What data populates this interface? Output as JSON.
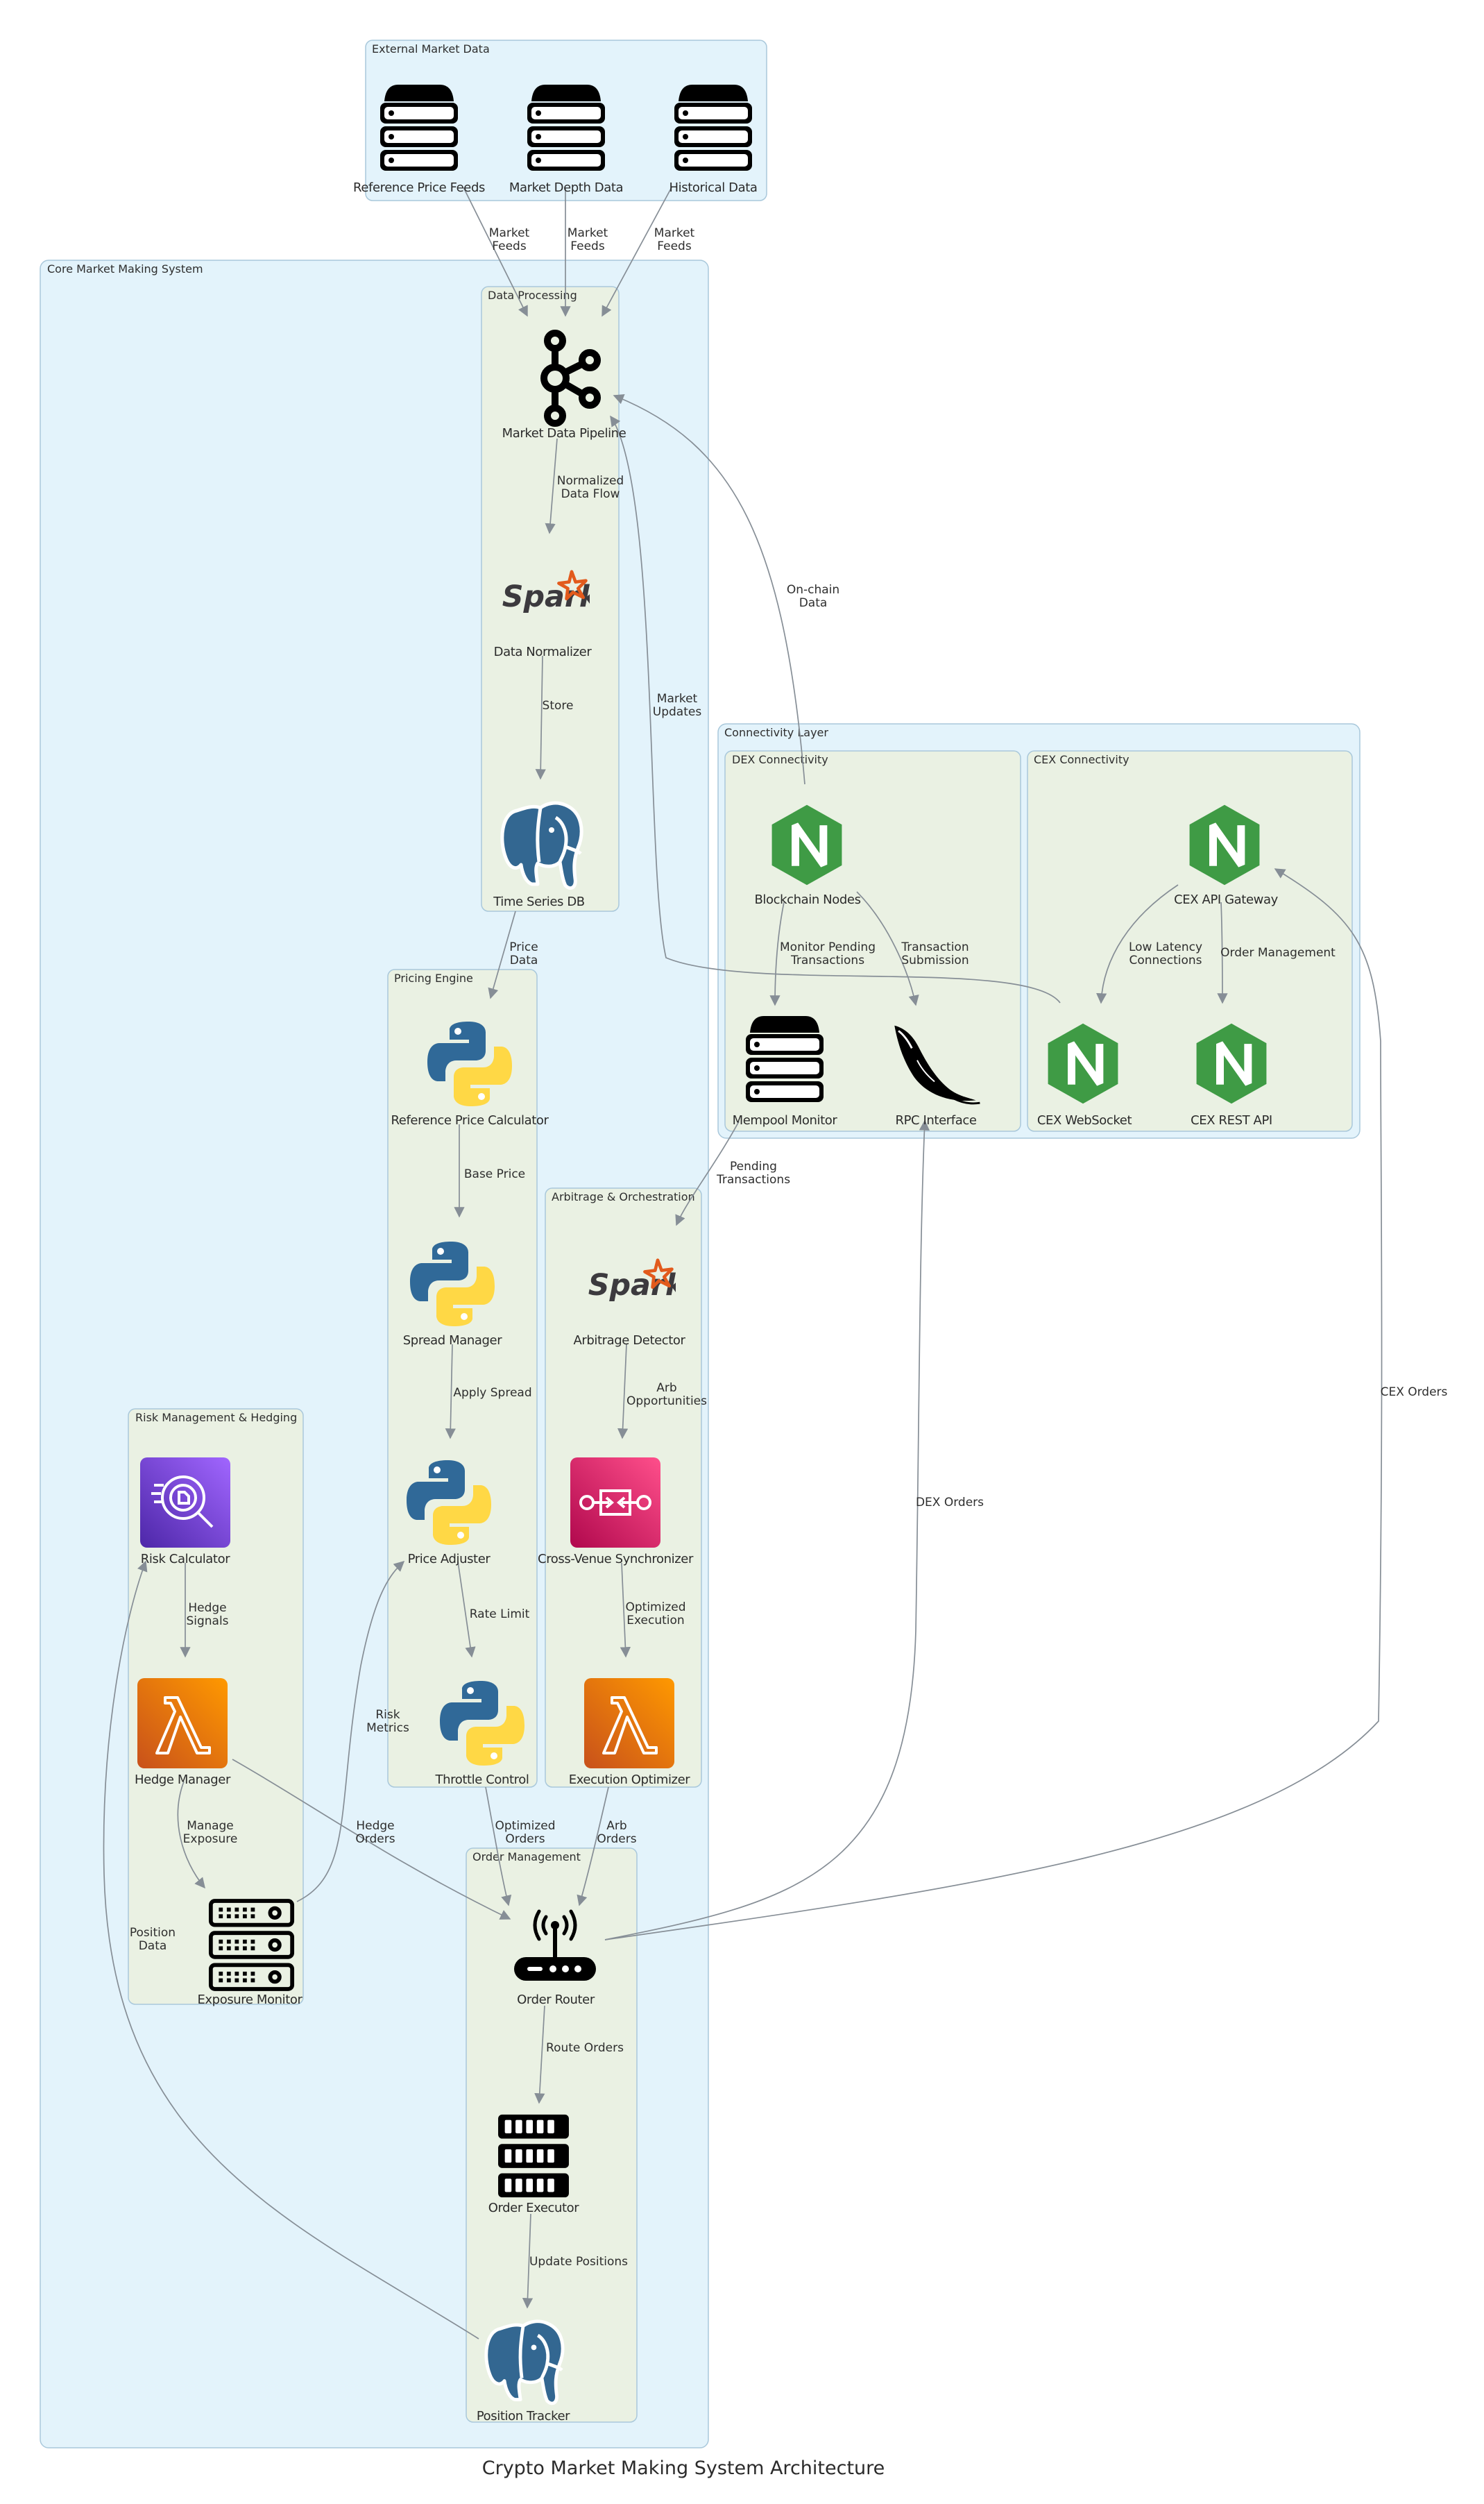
{
  "title": "Crypto Market Making System Architecture",
  "clusters": {
    "external": "External Market Data",
    "core": "Core Market Making System",
    "data_processing": "Data Processing",
    "pricing_engine": "Pricing Engine",
    "arbitrage": "Arbitrage & Orchestration",
    "risk": "Risk Management & Hedging",
    "order_management": "Order Management",
    "connectivity": "Connectivity Layer",
    "dex": "DEX Connectivity",
    "cex": "CEX Connectivity"
  },
  "nodes": {
    "ref_price_feeds": {
      "label": "Reference Price Feeds",
      "icon": "server-stack-icon"
    },
    "market_depth": {
      "label": "Market Depth Data",
      "icon": "server-stack-icon"
    },
    "historical": {
      "label": "Historical Data",
      "icon": "server-stack-icon"
    },
    "pipeline": {
      "label": "Market Data Pipeline",
      "icon": "kafka-icon"
    },
    "normalizer": {
      "label": "Data Normalizer",
      "icon": "spark-icon"
    },
    "tsdb": {
      "label": "Time Series DB",
      "icon": "postgresql-icon"
    },
    "ref_calc": {
      "label": "Reference Price Calculator",
      "icon": "python-icon"
    },
    "spread_mgr": {
      "label": "Spread Manager",
      "icon": "python-icon"
    },
    "price_adj": {
      "label": "Price Adjuster",
      "icon": "python-icon"
    },
    "throttle": {
      "label": "Throttle Control",
      "icon": "python-icon"
    },
    "arb_detector": {
      "label": "Arbitrage Detector",
      "icon": "spark-icon"
    },
    "cross_venue": {
      "label": "Cross-Venue Synchronizer",
      "icon": "step-functions-icon"
    },
    "exec_opt": {
      "label": "Execution Optimizer",
      "icon": "lambda-icon"
    },
    "risk_calc": {
      "label": "Risk Calculator",
      "icon": "search-analytics-icon"
    },
    "hedge_mgr": {
      "label": "Hedge Manager",
      "icon": "lambda-icon"
    },
    "exposure": {
      "label": "Exposure Monitor",
      "icon": "rack-server-icon"
    },
    "order_router": {
      "label": "Order Router",
      "icon": "router-icon"
    },
    "order_exec": {
      "label": "Order Executor",
      "icon": "server-rack-icon"
    },
    "position": {
      "label": "Position Tracker",
      "icon": "postgresql-icon"
    },
    "blockchain": {
      "label": "Blockchain Nodes",
      "icon": "nginx-icon"
    },
    "mempool": {
      "label": "Mempool Monitor",
      "icon": "server-stack-icon"
    },
    "rpc": {
      "label": "RPC Interface",
      "icon": "flask-icon"
    },
    "cex_gateway": {
      "label": "CEX API Gateway",
      "icon": "nginx-icon"
    },
    "cex_ws": {
      "label": "CEX WebSocket",
      "icon": "nginx-icon"
    },
    "cex_rest": {
      "label": "CEX REST API",
      "icon": "nginx-icon"
    }
  },
  "edges": {
    "feeds1": [
      "Market",
      "Feeds"
    ],
    "feeds2": [
      "Market",
      "Feeds"
    ],
    "feeds3": [
      "Market",
      "Feeds"
    ],
    "normalized": [
      "Normalized",
      "Data Flow"
    ],
    "store": [
      "Store"
    ],
    "price_data": [
      "Price",
      "Data"
    ],
    "base_price": [
      "Base Price"
    ],
    "apply_spread": [
      "Apply Spread"
    ],
    "rate_limit": [
      "Rate Limit"
    ],
    "arb_opps": [
      "Arb",
      "Opportunities"
    ],
    "optimized_exec": [
      "Optimized",
      "Execution"
    ],
    "hedge_signals": [
      "Hedge",
      "Signals"
    ],
    "manage_exposure": [
      "Manage",
      "Exposure"
    ],
    "risk_metrics": [
      "Risk",
      "Metrics"
    ],
    "position_data": [
      "Position",
      "Data"
    ],
    "hedge_orders": [
      "Hedge",
      "Orders"
    ],
    "optimized_orders": [
      "Optimized",
      "Orders"
    ],
    "arb_orders": [
      "Arb",
      "Orders"
    ],
    "route_orders": [
      "Route Orders"
    ],
    "update_positions": [
      "Update Positions"
    ],
    "onchain": [
      "On-chain",
      "Data"
    ],
    "market_updates": [
      "Market",
      "Updates"
    ],
    "monitor_pending": [
      "Monitor Pending",
      "Transactions"
    ],
    "tx_submission": [
      "Transaction",
      "Submission"
    ],
    "low_latency": [
      "Low Latency",
      "Connections"
    ],
    "order_management": [
      "Order Management"
    ],
    "pending_tx": [
      "Pending",
      "Transactions"
    ],
    "dex_orders": [
      "DEX Orders"
    ],
    "cex_orders": [
      "CEX Orders"
    ]
  },
  "colors": {
    "outer_cluster": "#e3f3fb",
    "inner_cluster": "#eaf1e3",
    "cluster_border": "#a9c8db",
    "edge": "#868e96",
    "nginx": "#3f9b45",
    "python_blue": "#306998",
    "python_yellow": "#ffd845",
    "lambda": "#e8731b",
    "step_functions": "#d6306b",
    "analytics": "#7b3fd6",
    "postgres": "#336791",
    "spark": "#e25a1c"
  }
}
